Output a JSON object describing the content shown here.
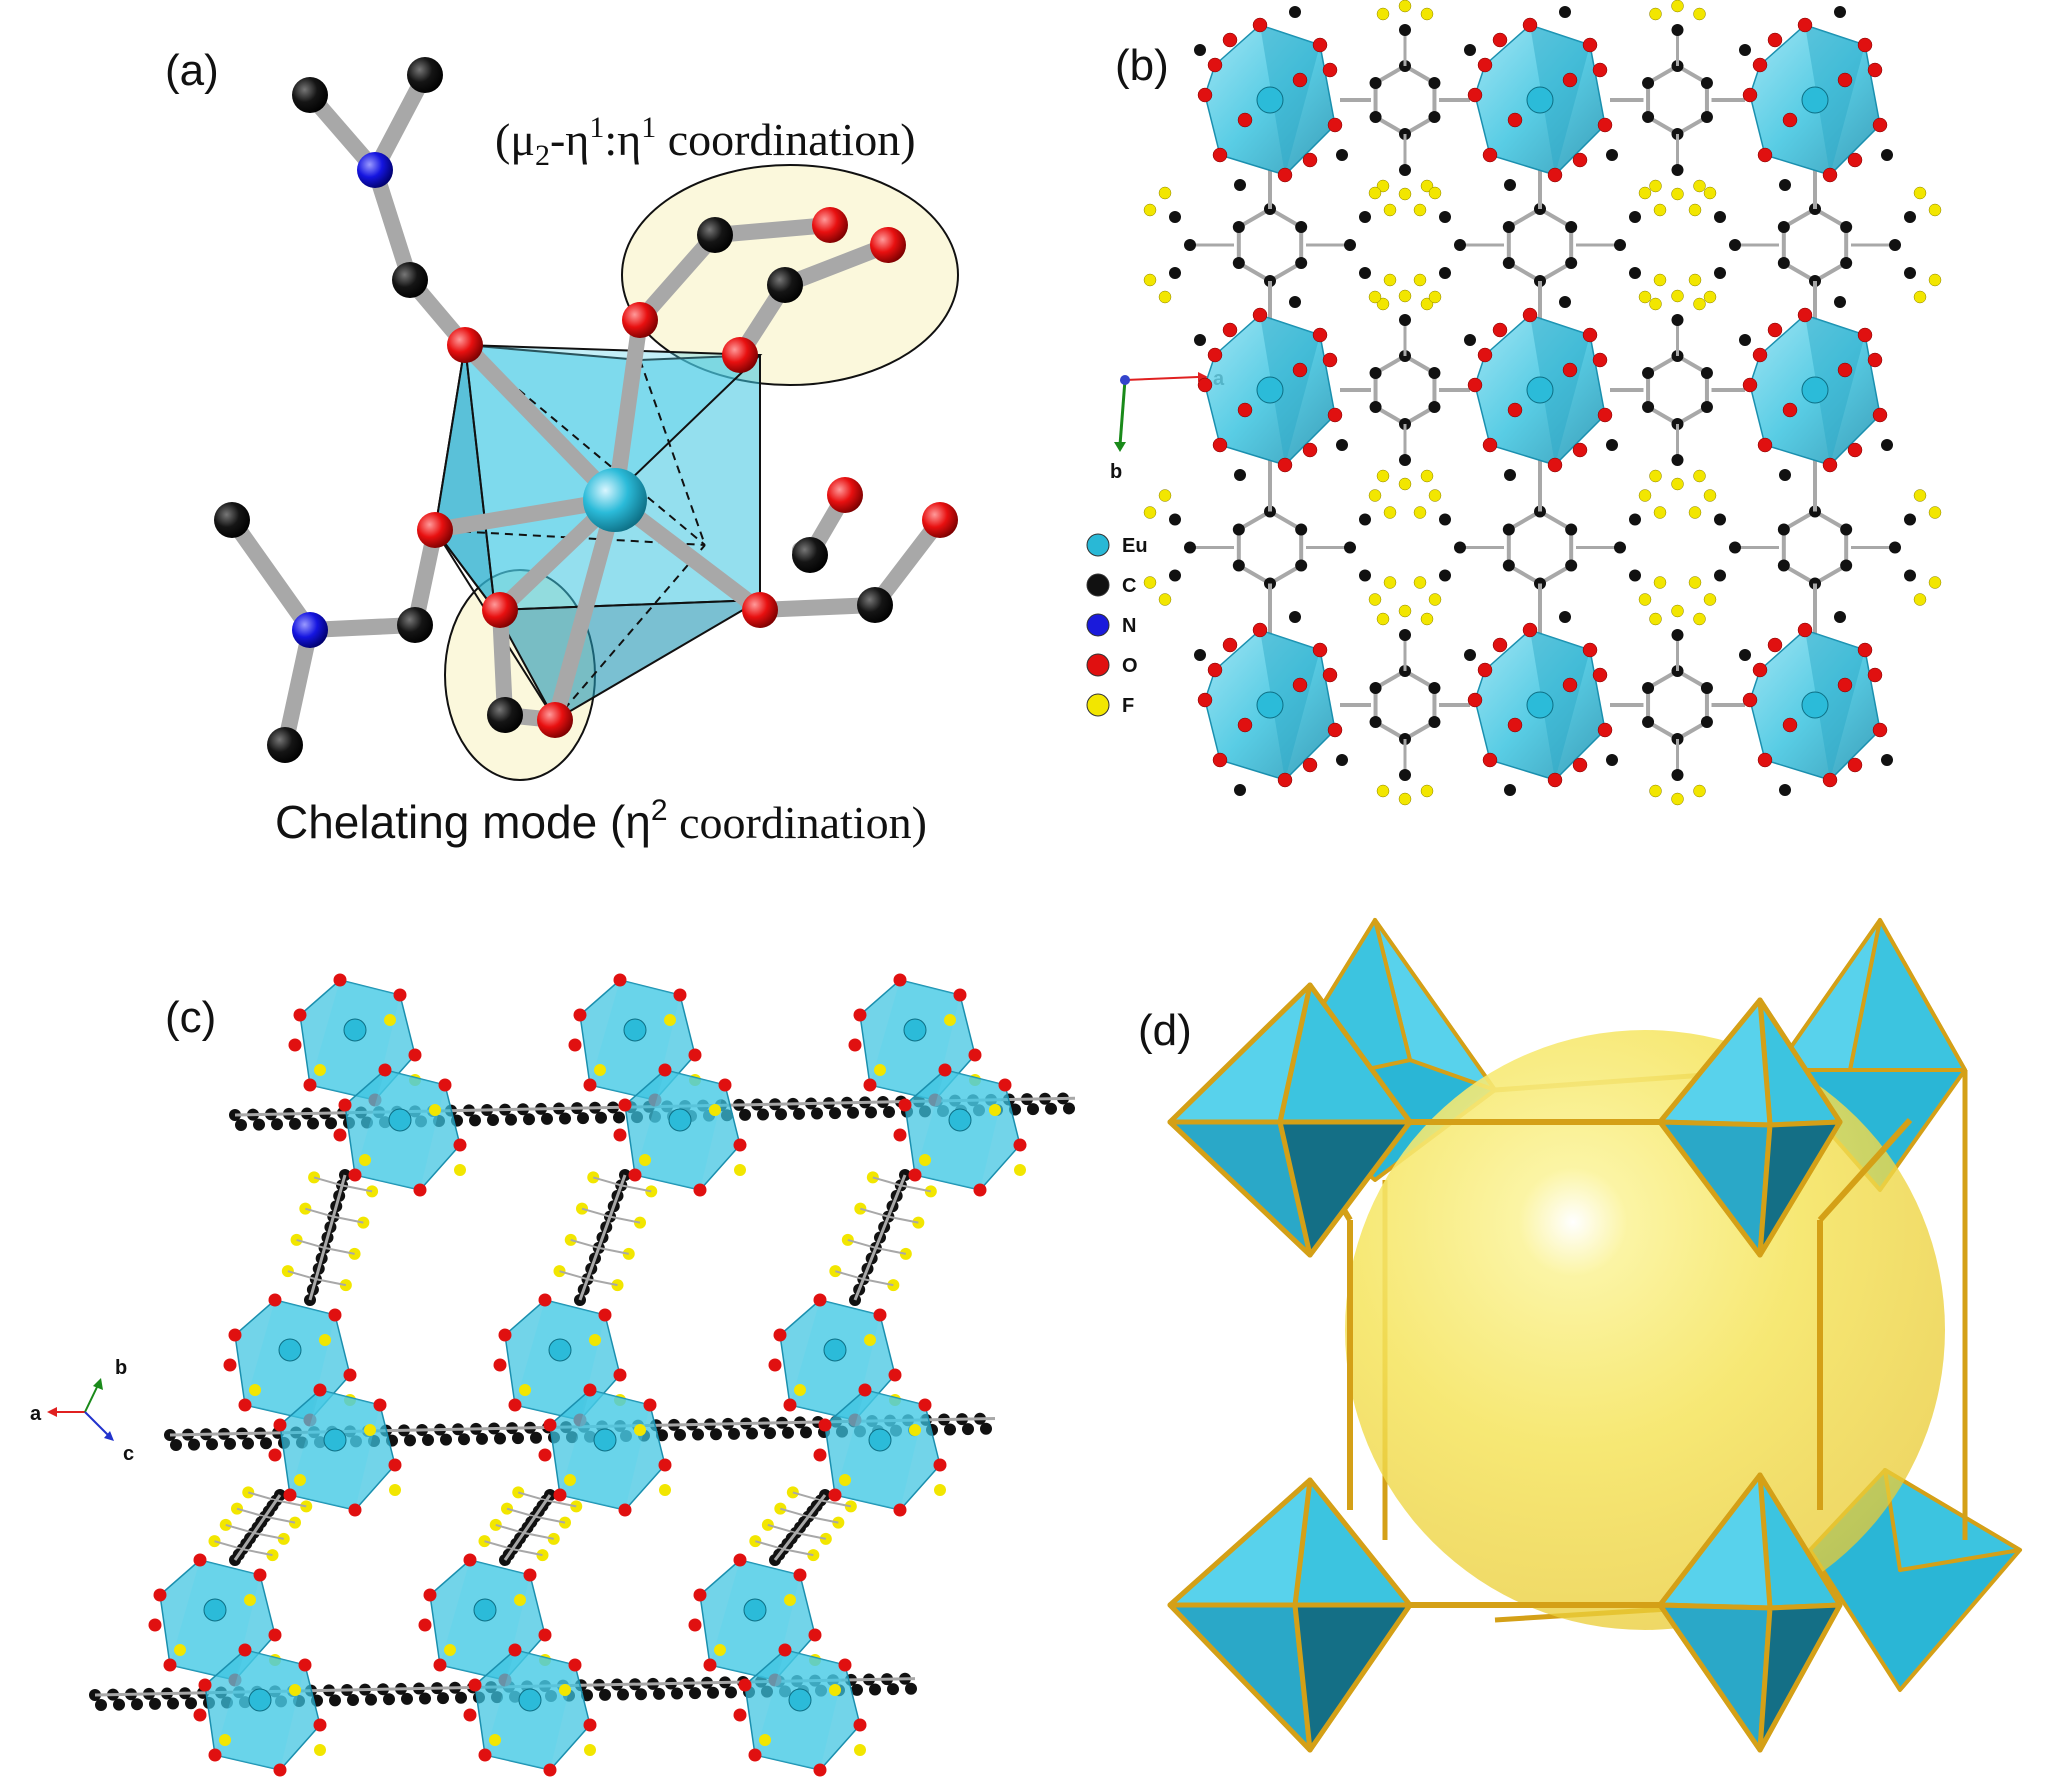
{
  "panels": {
    "a": {
      "label": "(a)",
      "annotation_top_prefix": "(μ",
      "annotation_top_sub": "2",
      "annotation_top_mid": "-η",
      "annotation_top_sup1": "1",
      "annotation_top_mid2": ":η",
      "annotation_top_sup2": "1",
      "annotation_top_suffix": " coordination)",
      "annotation_bottom_prefix": "Chelating mode (η",
      "annotation_bottom_sup": "2",
      "annotation_bottom_suffix": " coordination)"
    },
    "b": {
      "label": "(b)",
      "axis_a": "a",
      "axis_b": "b",
      "legend": [
        {
          "symbol": "Eu",
          "color": "#29b8d6"
        },
        {
          "symbol": "C",
          "color": "#111111"
        },
        {
          "symbol": "N",
          "color": "#1a1adb"
        },
        {
          "symbol": "O",
          "color": "#e01010"
        },
        {
          "symbol": "F",
          "color": "#f2e600"
        }
      ]
    },
    "c": {
      "label": "(c)",
      "axis_a": "a",
      "axis_b": "b",
      "axis_c": "c"
    },
    "d": {
      "label": "(d)"
    }
  },
  "colors": {
    "polyhedron": "#3cc4e0",
    "polyhedron_dark": "#1a7f94",
    "carbon": "#111111",
    "oxygen": "#e01010",
    "nitrogen": "#1a1adb",
    "fluorine": "#f2e600",
    "bond": "#a8a8a8",
    "highlight": "#fbf8dc",
    "edge_gold": "#d4a017",
    "sphere_yellow": "#f7e96a"
  }
}
